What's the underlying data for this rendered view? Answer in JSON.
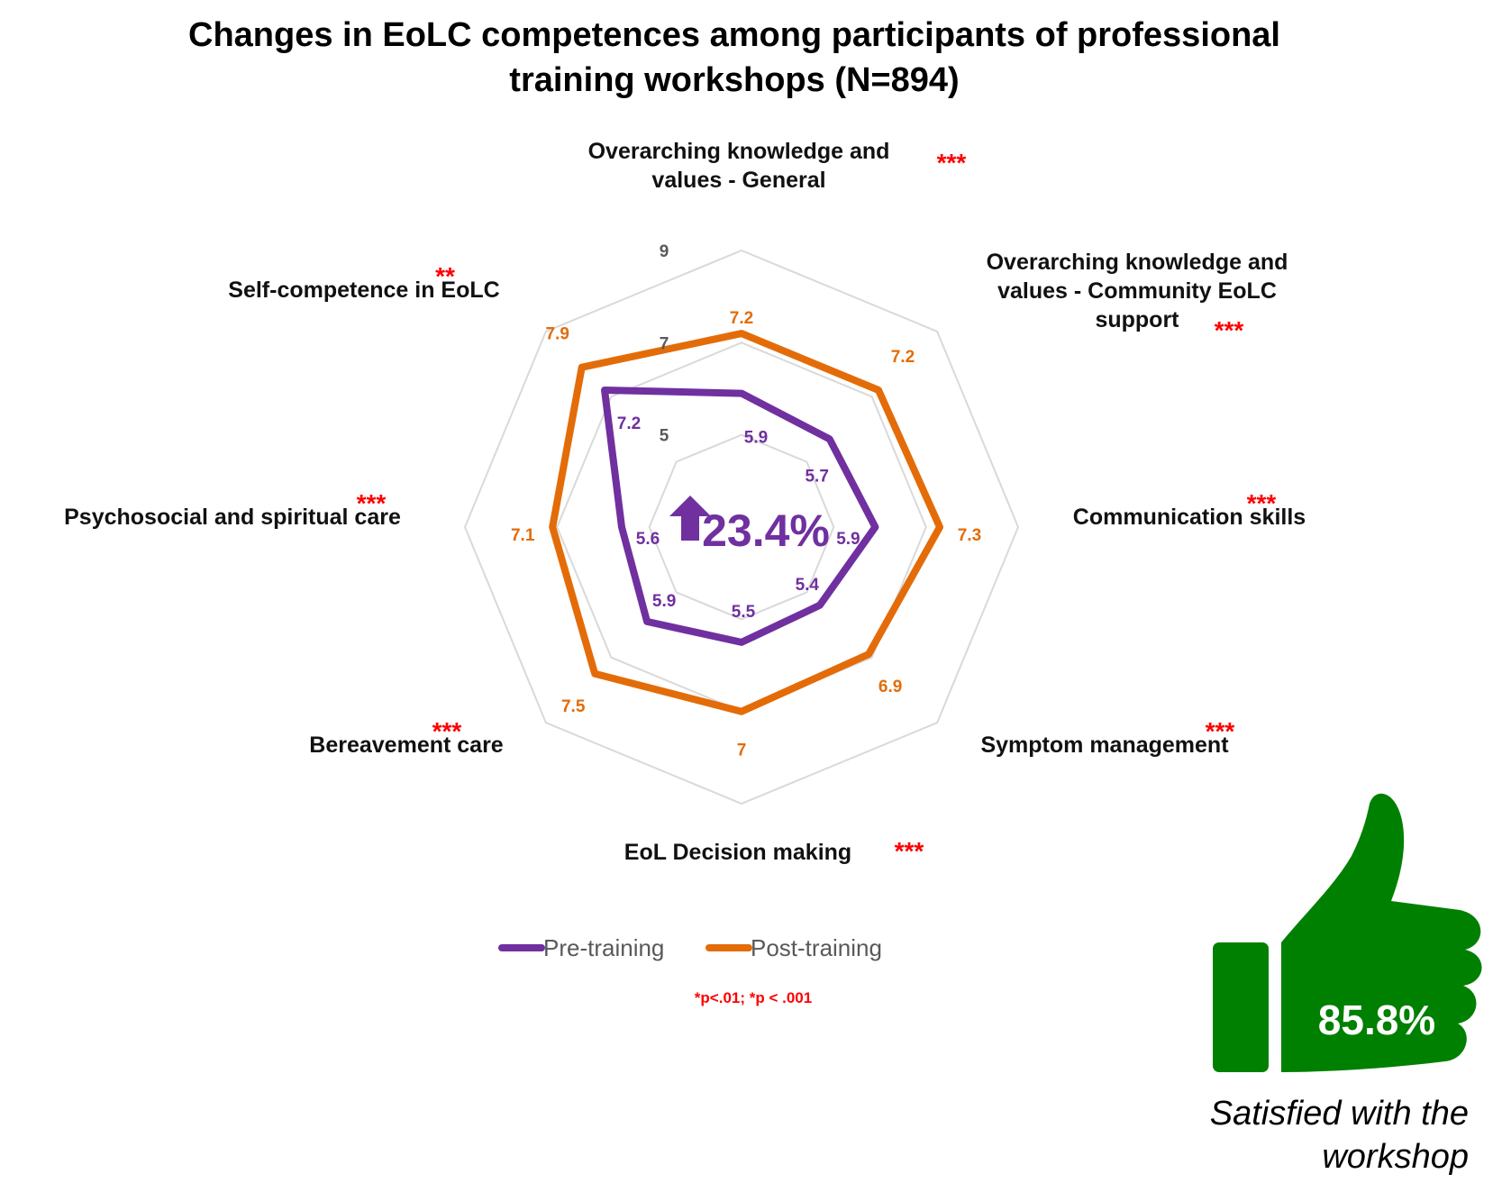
{
  "chart_data": {
    "type": "radar",
    "title_lines": [
      "Changes in EoLC competences among participants of professional",
      "training workshops (N=894)"
    ],
    "axes": [
      {
        "label_lines": [
          "Overarching knowledge and",
          "values - General"
        ],
        "significance": "***"
      },
      {
        "label_lines": [
          "Overarching knowledge and",
          "values - Community EoLC",
          "support"
        ],
        "significance": "***"
      },
      {
        "label_lines": [
          "Communication skills"
        ],
        "significance": "***"
      },
      {
        "label_lines": [
          "Symptom management"
        ],
        "significance": "***"
      },
      {
        "label_lines": [
          "EoL Decision making"
        ],
        "significance": "***"
      },
      {
        "label_lines": [
          "Bereavement care"
        ],
        "significance": "***"
      },
      {
        "label_lines": [
          "Psychosocial and spiritual care"
        ],
        "significance": "***"
      },
      {
        "label_lines": [
          "Self-competence in EoLC"
        ],
        "significance": "**"
      }
    ],
    "series": [
      {
        "name": "Pre-training",
        "color": "#7030a0",
        "values": [
          5.9,
          5.7,
          5.9,
          5.4,
          5.5,
          5.9,
          5.6,
          7.2
        ],
        "labels": [
          "5.9",
          "5.7",
          "5.9",
          "5.4",
          "5.5",
          "5.9",
          "5.6",
          "7.2"
        ]
      },
      {
        "name": "Post-training",
        "color": "#e36c09",
        "values": [
          7.2,
          7.2,
          7.3,
          6.9,
          7.0,
          7.5,
          7.1,
          7.9
        ],
        "labels": [
          "7.2",
          "7.2",
          "7.3",
          "6.9",
          "7",
          "7.5",
          "7.1",
          "7.9"
        ]
      }
    ],
    "radial_ticks": [
      "5",
      "7",
      "9"
    ],
    "rmin": 3,
    "rmax": 9,
    "grid_levels": [
      3,
      5,
      7,
      9
    ],
    "grid_color": "#d9d9d9",
    "center_badge": {
      "text": "23.4%",
      "icon": "up-arrow-icon",
      "fill_light": "#c3d69b",
      "fill_dark": "#5e7f2b"
    },
    "legend_position": "bottom",
    "significance_note": "*p<.01; *p < .001",
    "significance_color": "#ff0000"
  },
  "satisfaction": {
    "value": "85.8%",
    "caption_lines": [
      "Satisfied with the",
      "workshop"
    ],
    "icon": "thumbs-up-icon",
    "color": "#008000"
  }
}
